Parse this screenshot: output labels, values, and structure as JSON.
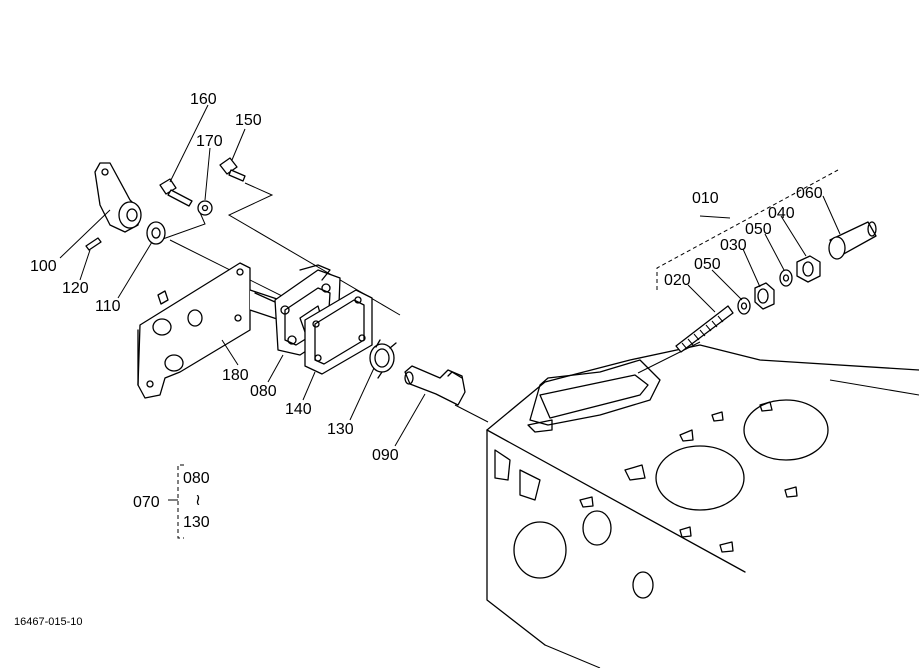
{
  "diagram": {
    "drawing_code": "16467-015-10",
    "callouts": {
      "p010": "010",
      "p020": "020",
      "p030": "030",
      "p040": "040",
      "p050a": "050",
      "p050b": "050",
      "p060": "060",
      "p070": "070",
      "p080": "080",
      "p090": "090",
      "p100": "100",
      "p110": "110",
      "p120": "120",
      "p130": "130",
      "p140": "140",
      "p150": "150",
      "p160": "160",
      "p170": "170",
      "p180": "180"
    },
    "range_group": {
      "from": "080",
      "separator": "≀",
      "to": "130"
    }
  }
}
